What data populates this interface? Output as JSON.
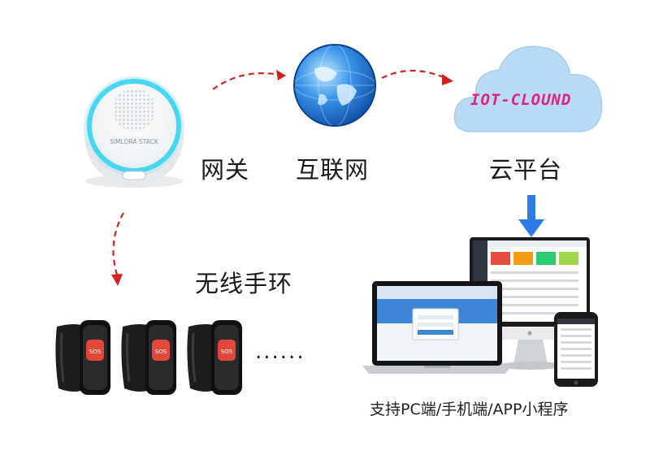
{
  "nodes": {
    "gateway": {
      "label": "网关",
      "device_text": "SIMLORA STACK"
    },
    "internet": {
      "label": "互联网"
    },
    "cloud": {
      "label": "云平台",
      "badge": "IOT-CLOUND"
    },
    "bands": {
      "label": "无线手环",
      "sos": "SOS",
      "more": "......"
    },
    "clients": {
      "label": "支持PC端/手机端/APP小程序"
    }
  },
  "colors": {
    "arrow_red": "#d3231f",
    "arrow_blue": "#2f7be6",
    "cloud_fill": "#b9daf4",
    "cloud_text": "#e0237a",
    "ring_cyan": "#35d3f0",
    "globe_blue": "#1c73d4",
    "sos_red": "#e2473a"
  },
  "icons": [
    "gateway-device-icon",
    "globe-icon",
    "cloud-icon",
    "wristband-icon",
    "laptop-icon",
    "monitor-icon",
    "phone-icon"
  ]
}
